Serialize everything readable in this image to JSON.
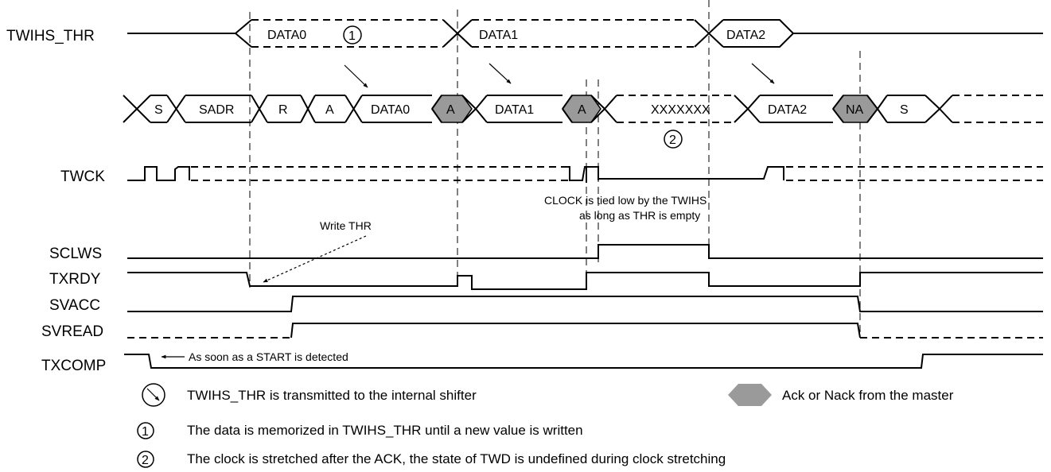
{
  "signals": {
    "thr": "TWIHS_THR",
    "twck": "TWCK",
    "sclws": "SCLWS",
    "txrdy": "TXRDY",
    "svacc": "SVACC",
    "svread": "SVREAD",
    "txcomp": "TXCOMP"
  },
  "thr_cells": {
    "data0": "DATA0",
    "data1": "DATA1",
    "data2": "DATA2"
  },
  "bus_cells": {
    "s1": "S",
    "sadr": "SADR",
    "r": "R",
    "a1": "A",
    "data0": "DATA0",
    "a2": "A",
    "data1": "DATA1",
    "a3": "A",
    "xx": "XXXXXXX",
    "data2": "DATA2",
    "na": "NA",
    "s2": "S"
  },
  "markers": {
    "one": "1",
    "two": "2"
  },
  "notes": {
    "write_thr": "Write THR",
    "clock_line1": "CLOCK is tied low by the TWIHS",
    "clock_line2": "as long as THR is empty",
    "start": "As soon as a START is detected"
  },
  "legend": {
    "arrow": "TWIHS_THR is transmitted to the internal shifter",
    "ack": "Ack or Nack from the master",
    "one": "The data is memorized in TWIHS_THR until a new value is written",
    "two": "The clock is stretched after the ACK, the state of TWD is undefined during clock stretching"
  },
  "colors": {
    "ack_fill": "#9a9a9a",
    "line": "#000000"
  }
}
